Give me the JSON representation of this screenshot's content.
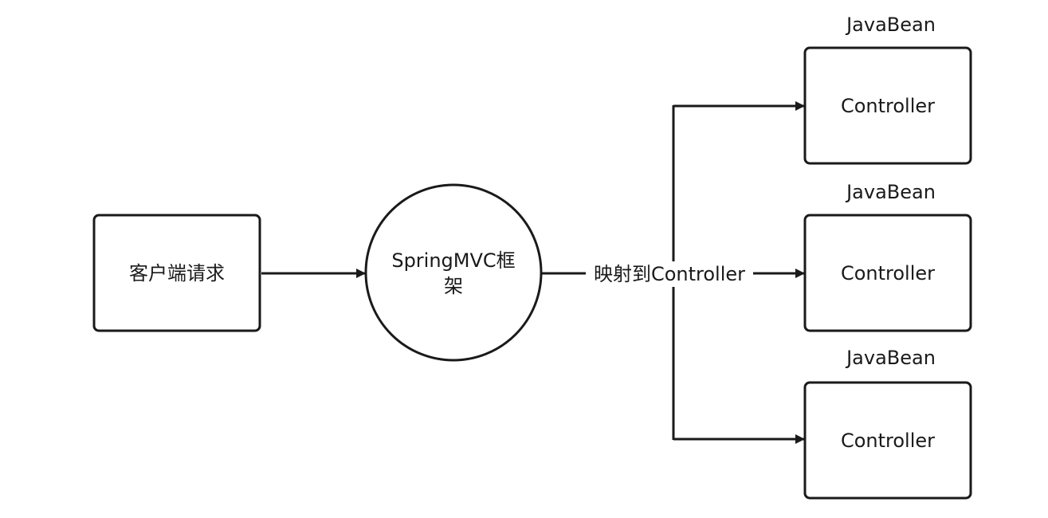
{
  "diagram": {
    "client": {
      "label": "客户端请求"
    },
    "framework": {
      "label_line1": "SpringMVC框",
      "label_line2": "架"
    },
    "edge_label": "映射到Controller",
    "controllers": [
      {
        "tag": "JavaBean",
        "label": "Controller"
      },
      {
        "tag": "JavaBean",
        "label": "Controller"
      },
      {
        "tag": "JavaBean",
        "label": "Controller"
      }
    ]
  }
}
